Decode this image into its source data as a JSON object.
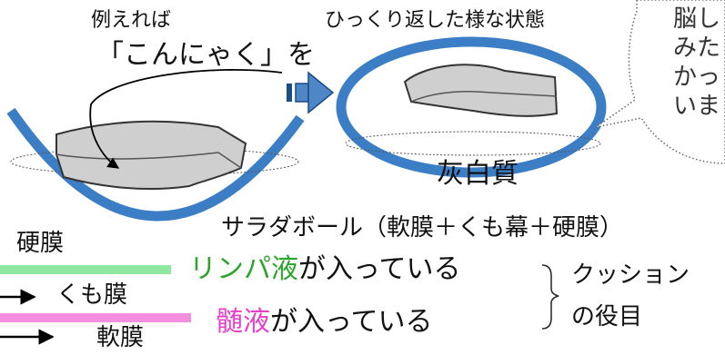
{
  "left_panel": {
    "label_line1": "例えれば",
    "label_line2": "「こんにゃく」を"
  },
  "right_panel": {
    "label_top": "ひっくり返した様な状態",
    "label_bottom": "灰白質"
  },
  "speech_bubble": {
    "lines": [
      "脳し",
      "みた",
      "かっ",
      "いま"
    ]
  },
  "bowl_label": "サラダボール（軟膜＋くも幕＋硬膜）",
  "layers": [
    {
      "name": "硬膜",
      "color": "#8ee8a2"
    },
    {
      "name": "くも膜"
    },
    {
      "name": "軟膜",
      "color": "#f28de0"
    }
  ],
  "fluids": [
    {
      "prefix": "リンパ液",
      "suffix": "が入っている",
      "prefix_color": "#2aa52a"
    },
    {
      "prefix": "髄液",
      "suffix": "が入っている",
      "prefix_color": "#e640c8"
    }
  ],
  "cushion": {
    "line1": "クッション",
    "line2": "の役目"
  },
  "colors": {
    "bowl_blue": "#3b7ec6",
    "konnyaku_gray": "#cfcfcf",
    "arrow_blue": "#4f86c6"
  }
}
